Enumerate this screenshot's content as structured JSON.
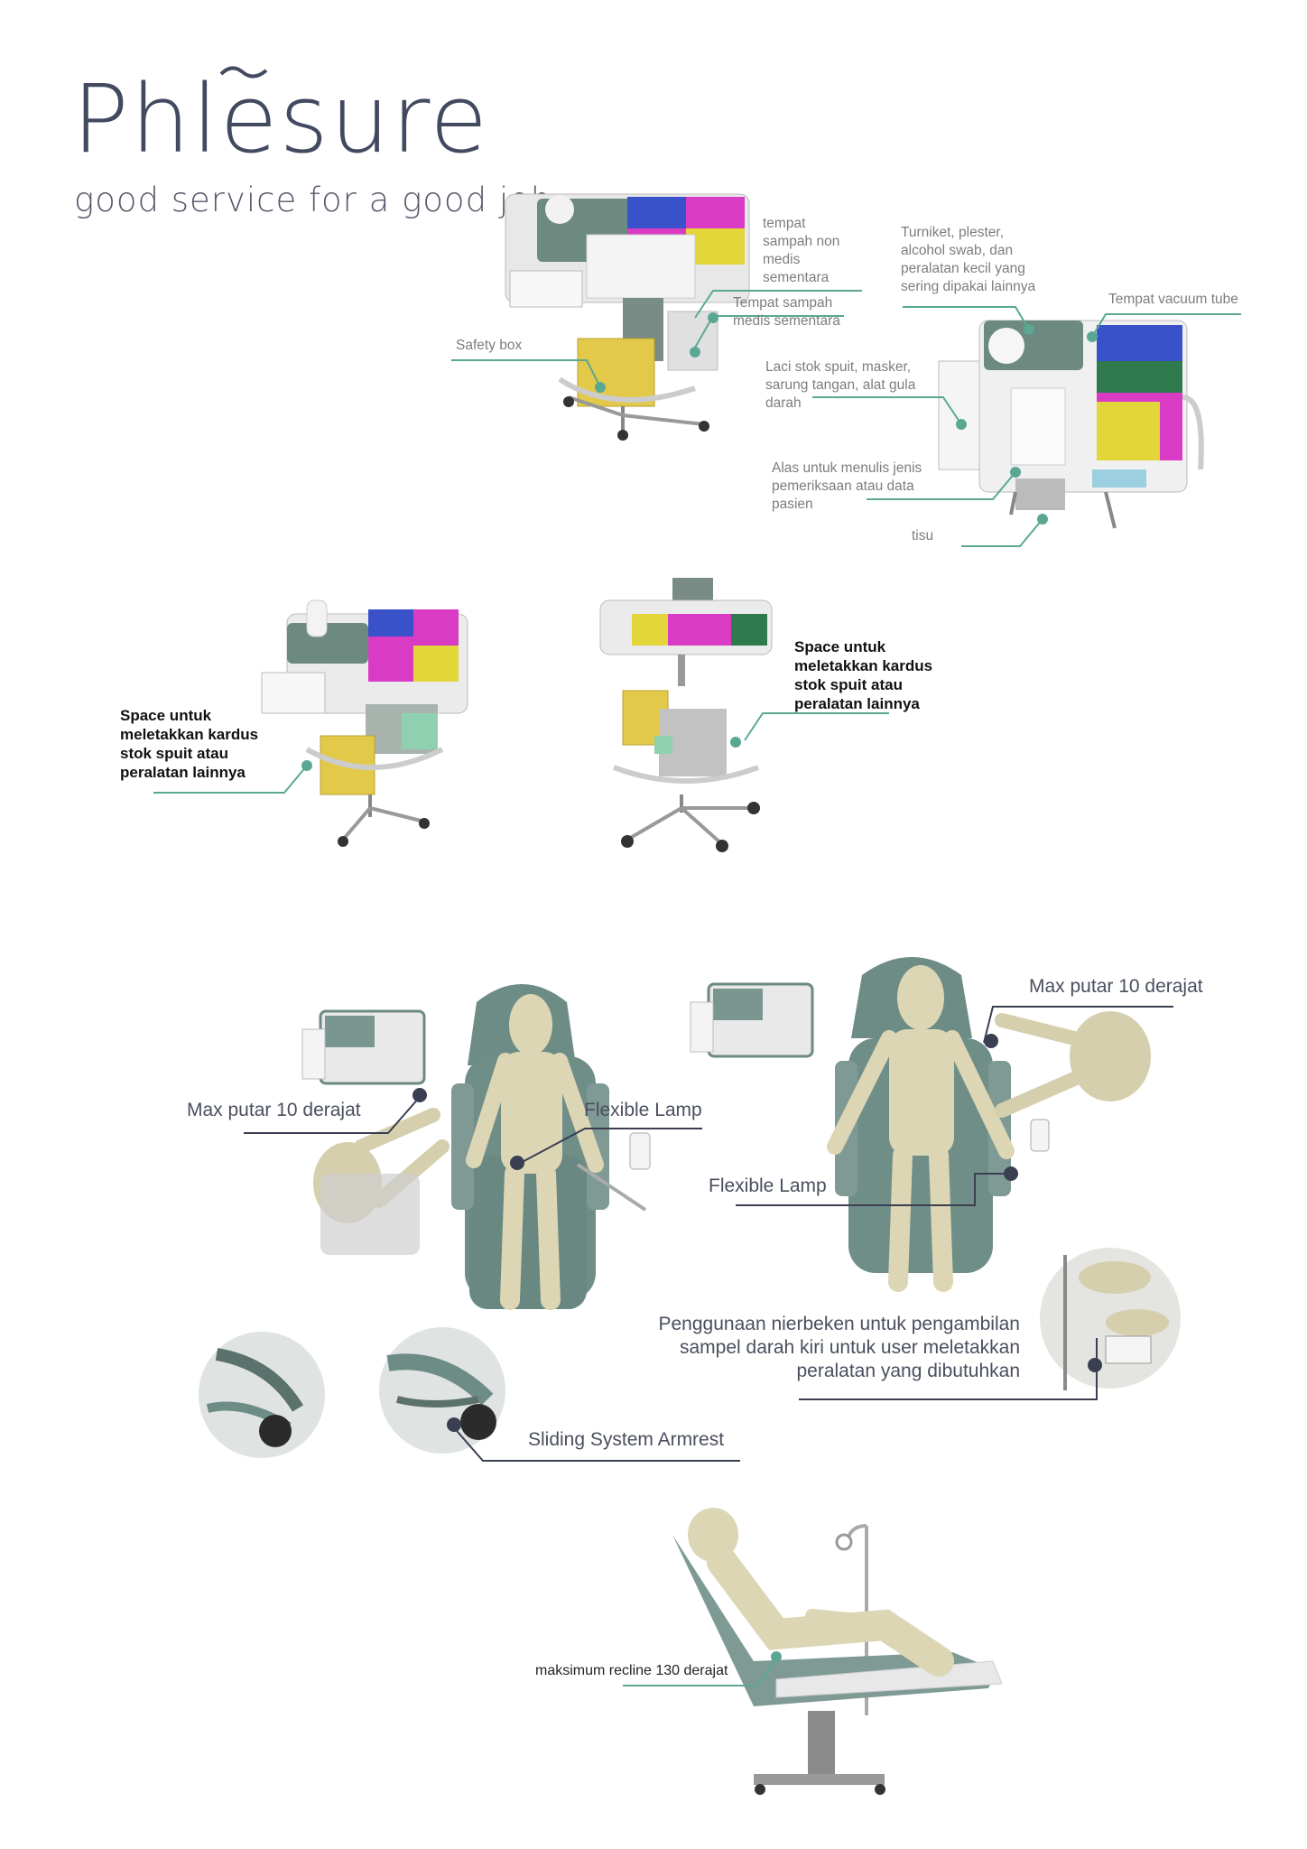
{
  "brand": {
    "title": "Phlesure",
    "tagline": "good service for a good job"
  },
  "trolley_labels": {
    "safety_box": "Safety box",
    "non_medical_waste": [
      "tempat",
      "sampah non",
      "medis",
      "sementara"
    ],
    "medical_waste": [
      "Tempat sampah",
      "medis sementara"
    ],
    "small_tools": [
      "Turniket, plester,",
      "alcohol swab, dan",
      "peralatan kecil yang",
      "sering dipakai lainnya"
    ],
    "vacuum_tube": "Tempat vacuum tube",
    "stock_drawer": [
      "Laci stok spuit, masker,",
      "sarung tangan, alat gula",
      "darah"
    ],
    "writing_base": [
      "Alas untuk menulis jenis",
      "pemeriksaan atau data",
      "pasien"
    ],
    "tissue": "tisu"
  },
  "storage_labels": {
    "left": [
      "Space untuk",
      "meletakkan kardus",
      "stok spuit atau",
      "peralatan lainnya"
    ],
    "right": [
      "Space untuk",
      "meletakkan kardus",
      "stok spuit atau",
      "peralatan lainnya"
    ]
  },
  "chair_labels": {
    "rotation_left": "Max putar 10 derajat",
    "lamp_left": "Flexible Lamp",
    "rotation_right": "Max putar 10 derajat",
    "lamp_right": "Flexible Lamp",
    "tray_usage": [
      "Penggunaan nierbeken untuk pengambilan",
      "sampel darah kiri untuk user meletakkan",
      "peralatan yang dibutuhkan"
    ],
    "sliding_armrest": "Sliding System Armrest",
    "recline": "maksimum recline 130 derajat"
  },
  "colors": {
    "teal": "#5aa894",
    "chair_green": "#6e8c86",
    "mannequin": "#dcd6b4",
    "leader_line": "#3b3f52",
    "magenta": "#d93bc4",
    "yellow": "#e2d63a",
    "blue": "#3a52c9",
    "green": "#2e7a4d"
  }
}
